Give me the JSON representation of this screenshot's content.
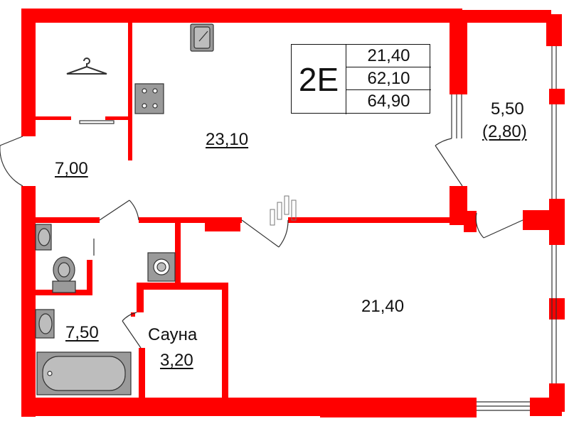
{
  "apartment": {
    "code": "2E",
    "areas": [
      "21,40",
      "62,10",
      "64,90"
    ]
  },
  "rooms": {
    "hall": "7,00",
    "kitchen_living": "23,10",
    "balcony_area": "5,50",
    "balcony_reduced": "(2,80)",
    "bedroom": "21,40",
    "bathroom": "7,50",
    "sauna_label": "Сауна",
    "sauna_area": "3,20"
  },
  "colors": {
    "wall": "#ff0000",
    "fixture": "#9a9a9a",
    "line": "#333333"
  }
}
